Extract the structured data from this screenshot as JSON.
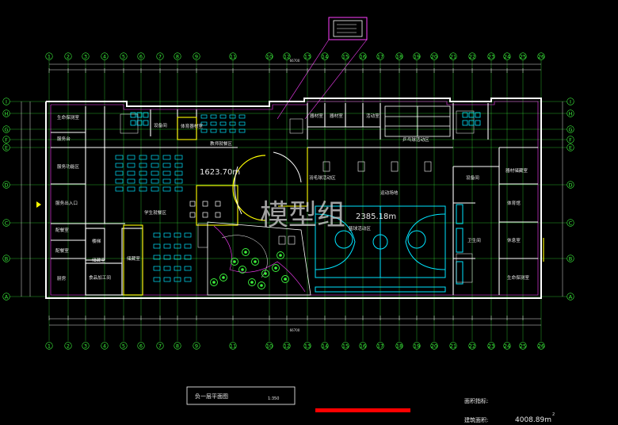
{
  "watermark": "模型组",
  "areas": {
    "canteen": "1623.70m",
    "gym": "2385.18m"
  },
  "title_block": {
    "title": "负一层平面图",
    "scale": "1:350"
  },
  "stats": {
    "label1": "面积指标:",
    "label2": "建筑面积:",
    "value": "4008.89m",
    "sup": "2"
  },
  "top_total_dim": "66700",
  "bottom_total_dim": "66700",
  "grid_numbers": [
    "1",
    "2",
    "3",
    "4",
    "5",
    "6",
    "7",
    "8",
    "9",
    "11",
    "10",
    "12",
    "13",
    "14",
    "15",
    "16",
    "17",
    "18",
    "19",
    "20",
    "21",
    "22",
    "23",
    "24",
    "25",
    "26"
  ],
  "grid_letters_left": [
    "I",
    "H",
    "G",
    "F",
    "E",
    "D",
    "C",
    "B",
    "A"
  ],
  "rooms": [
    {
      "id": "r1",
      "label": "生命探测室"
    },
    {
      "id": "r2",
      "label": "服务台"
    },
    {
      "id": "r3",
      "label": "服务功能区"
    },
    {
      "id": "r4",
      "label": "服务出入口"
    },
    {
      "id": "r5",
      "label": "配餐室"
    },
    {
      "id": "r6",
      "label": "配餐室"
    },
    {
      "id": "r7",
      "label": "厨房"
    },
    {
      "id": "r8",
      "label": "学生就餐区"
    },
    {
      "id": "r9",
      "label": "教师就餐区"
    },
    {
      "id": "r10",
      "label": "楼梯"
    },
    {
      "id": "r11",
      "label": "储藏室"
    },
    {
      "id": "r12",
      "label": "食品加工间"
    },
    {
      "id": "r13",
      "label": "储藏室"
    },
    {
      "id": "r14",
      "label": "设备间"
    },
    {
      "id": "r15",
      "label": "体育器材室"
    },
    {
      "id": "r16",
      "label": "器材室"
    },
    {
      "id": "r17",
      "label": "器材室"
    },
    {
      "id": "r18",
      "label": "活动室"
    },
    {
      "id": "r19",
      "label": "乒乓球活动区"
    },
    {
      "id": "r20",
      "label": "运动场地"
    },
    {
      "id": "r21",
      "label": "篮球活动区"
    },
    {
      "id": "r22",
      "label": "羽毛球活动区"
    },
    {
      "id": "r23",
      "label": "设备间"
    },
    {
      "id": "r24",
      "label": "器材储藏室"
    },
    {
      "id": "r25",
      "label": "体育馆"
    },
    {
      "id": "r26",
      "label": "休息室"
    },
    {
      "id": "r27",
      "label": "生命探测室"
    },
    {
      "id": "r28",
      "label": "卫生间"
    }
  ],
  "colors": {
    "wall": "#ffffff",
    "grid": "#3cf43c",
    "dim": "#e0e0e0",
    "structure": "#ff40ff",
    "accent": "#ffff00",
    "court": "#00e5ff",
    "tree": "#3cf43c",
    "scale_bar": "#ff0000"
  }
}
